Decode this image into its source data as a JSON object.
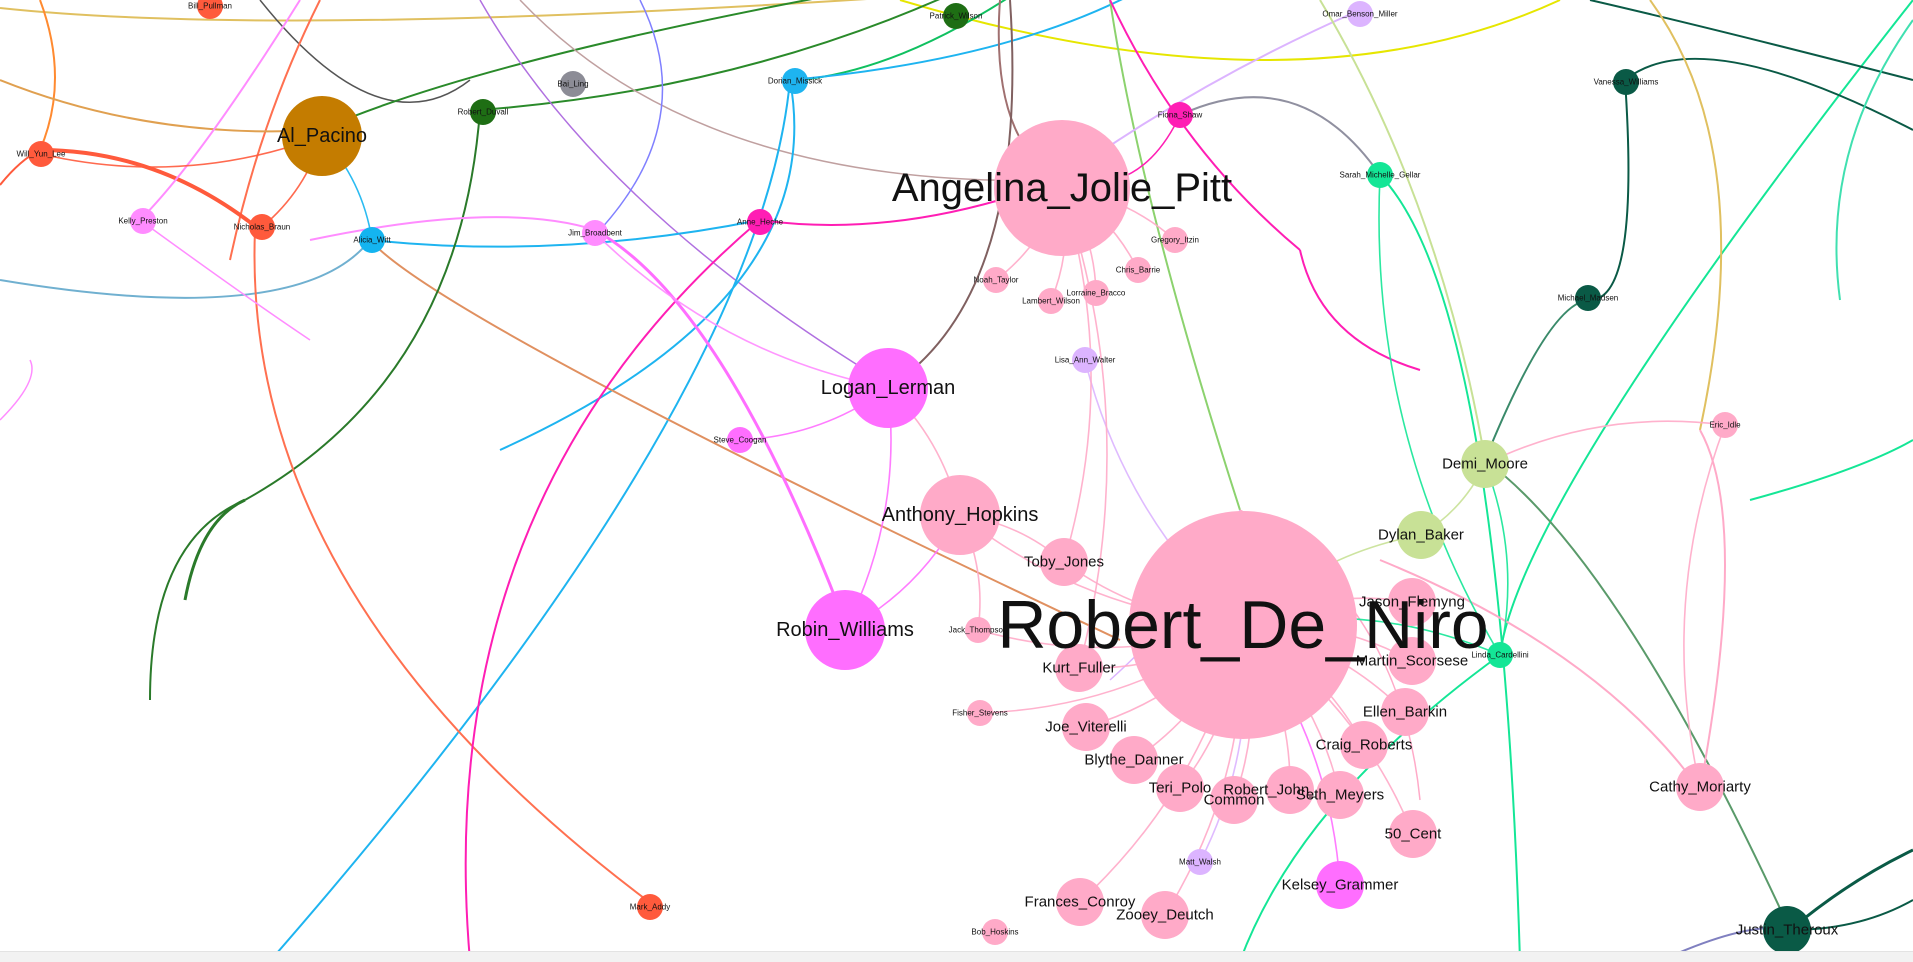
{
  "graph": {
    "title": "",
    "nodes": [
      {
        "id": "robert",
        "label": "Robert_De_Niro",
        "color": "#ffaac8",
        "size": "huge"
      },
      {
        "id": "angelina",
        "label": "Angelina_Jolie_Pitt",
        "color": "#ffaac8",
        "size": "large"
      },
      {
        "id": "al_pacino",
        "label": "Al_Pacino",
        "color": "#c47c00",
        "size": "medium"
      },
      {
        "id": "logan",
        "label": "Logan_Lerman",
        "color": "#ff6eff",
        "size": "medium"
      },
      {
        "id": "anthony",
        "label": "Anthony_Hopkins",
        "color": "#ffaac8",
        "size": "medium"
      },
      {
        "id": "robin",
        "label": "Robin_Williams",
        "color": "#ff6eff",
        "size": "medium"
      },
      {
        "id": "toby",
        "label": "Toby_Jones",
        "color": "#ffaac8",
        "size": "small"
      },
      {
        "id": "kurt",
        "label": "Kurt_Fuller",
        "color": "#ffaac8",
        "size": "small"
      },
      {
        "id": "joe",
        "label": "Joe_Viterelli",
        "color": "#ffaac8",
        "size": "small"
      },
      {
        "id": "blythe",
        "label": "Blythe_Danner",
        "color": "#ffaac8",
        "size": "small"
      },
      {
        "id": "teri",
        "label": "Teri_Polo",
        "color": "#ffaac8",
        "size": "small"
      },
      {
        "id": "common",
        "label": "Common",
        "color": "#ffaac8",
        "size": "small"
      },
      {
        "id": "robert_john",
        "label": "Robert_John_Burke",
        "color": "#ffaac8",
        "size": "small"
      },
      {
        "id": "seth",
        "label": "Seth_Meyers",
        "color": "#ffaac8",
        "size": "small"
      },
      {
        "id": "fifty",
        "label": "50_Cent",
        "color": "#ffaac8",
        "size": "small"
      },
      {
        "id": "craig",
        "label": "Craig_Roberts",
        "color": "#ffaac8",
        "size": "small"
      },
      {
        "id": "ellen",
        "label": "Ellen_Barkin",
        "color": "#ffaac8",
        "size": "small"
      },
      {
        "id": "martin",
        "label": "Martin_Scorsese",
        "color": "#ffaac8",
        "size": "small"
      },
      {
        "id": "jason",
        "label": "Jason_Flemyng",
        "color": "#ffaac8",
        "size": "small"
      },
      {
        "id": "dylan",
        "label": "Dylan_Baker",
        "color": "#c8e196",
        "size": "small"
      },
      {
        "id": "demi",
        "label": "Demi_Moore",
        "color": "#c8e196",
        "size": "small"
      },
      {
        "id": "kelsey",
        "label": "Kelsey_Grammer",
        "color": "#ff6eff",
        "size": "small"
      },
      {
        "id": "frances",
        "label": "Frances_Conroy",
        "color": "#ffaac8",
        "size": "small"
      },
      {
        "id": "zooey",
        "label": "Zooey_Deutch",
        "color": "#ffaac8",
        "size": "small"
      },
      {
        "id": "cathy",
        "label": "Cathy_Moriarty",
        "color": "#ffaac8",
        "size": "small"
      },
      {
        "id": "justin",
        "label": "Justin_Theroux",
        "color": "#0a5a46",
        "size": "small"
      },
      {
        "id": "fisher",
        "label": "Fisher_Stevens",
        "color": "#ffaac8",
        "size": "tiny"
      },
      {
        "id": "dorian",
        "label": "Dorian_Missick",
        "color": "#1eb4f0",
        "size": "tiny"
      },
      {
        "id": "bai",
        "label": "Bai_Ling",
        "color": "#8c8c96",
        "size": "tiny"
      },
      {
        "id": "linda",
        "label": "Linda_Cardellini",
        "color": "#14e696",
        "size": "tiny"
      },
      {
        "id": "sarah",
        "label": "Sarah_Michelle_Gellar",
        "color": "#14e696",
        "size": "tiny"
      },
      {
        "id": "nicholas",
        "label": "Nicholas_Braun",
        "color": "#ff5a3c",
        "size": "tiny"
      },
      {
        "id": "kelly",
        "label": "Kelly_Preston",
        "color": "#ff8cff",
        "size": "tiny"
      },
      {
        "id": "jim",
        "label": "Jim_Broadbent",
        "color": "#ff8cff",
        "size": "tiny"
      },
      {
        "id": "anne",
        "label": "Anne_Heche",
        "color": "#ff1eb4",
        "size": "tiny"
      },
      {
        "id": "alicia",
        "label": "Alicia_Witt",
        "color": "#14b4f0",
        "size": "tiny"
      },
      {
        "id": "fiona",
        "label": "Fiona_Shaw",
        "color": "#ff1eb4",
        "size": "tiny"
      },
      {
        "id": "vanessa",
        "label": "Vanessa_Williams",
        "color": "#0a5a46",
        "size": "tiny"
      },
      {
        "id": "steve",
        "label": "Steve_Coogan",
        "color": "#ff6eff",
        "size": "tiny"
      },
      {
        "id": "noah",
        "label": "Noah_Taylor",
        "color": "#ffaac8",
        "size": "tiny"
      },
      {
        "id": "lambert",
        "label": "Lambert_Wilson",
        "color": "#ffaac8",
        "size": "tiny"
      },
      {
        "id": "lorraine",
        "label": "Lorraine_Bracco",
        "color": "#ffaac8",
        "size": "tiny"
      },
      {
        "id": "chris",
        "label": "Chris_Barrie",
        "color": "#ffaac8",
        "size": "tiny"
      },
      {
        "id": "gregory",
        "label": "Gregory_Itzin",
        "color": "#ffaac8",
        "size": "tiny"
      },
      {
        "id": "lisa",
        "label": "Lisa_Ann_Walter",
        "color": "#dcb4ff",
        "size": "tiny"
      },
      {
        "id": "omar",
        "label": "Omar_Benson_Miller",
        "color": "#dcb4ff",
        "size": "tiny"
      },
      {
        "id": "will",
        "label": "Will_Yun_Lee",
        "color": "#ff5a3c",
        "size": "tiny"
      },
      {
        "id": "bill",
        "label": "Bill_Pullman",
        "color": "#ff5a3c",
        "size": "tiny"
      },
      {
        "id": "jack",
        "label": "Jack_Thompson",
        "color": "#ffaac8",
        "size": "tiny"
      },
      {
        "id": "bob",
        "label": "Bob_Hoskins",
        "color": "#ffaac8",
        "size": "tiny"
      },
      {
        "id": "matt",
        "label": "Matt_Walsh",
        "color": "#dcb4ff",
        "size": "tiny"
      },
      {
        "id": "eric",
        "label": "Eric_Idle",
        "color": "#ffaac8",
        "size": "tiny"
      },
      {
        "id": "michael",
        "label": "Michael_Madsen",
        "color": "#0a5a46",
        "size": "tiny"
      },
      {
        "id": "robert_duvall",
        "label": "Robert_Duvall",
        "color": "#1e6e14",
        "size": "tiny"
      },
      {
        "id": "patrick",
        "label": "Patrick_Wilson",
        "color": "#1e6e14",
        "size": "tiny"
      },
      {
        "id": "mark",
        "label": "Mark_Addy",
        "color": "#ff5a3c",
        "size": "tiny"
      }
    ]
  }
}
